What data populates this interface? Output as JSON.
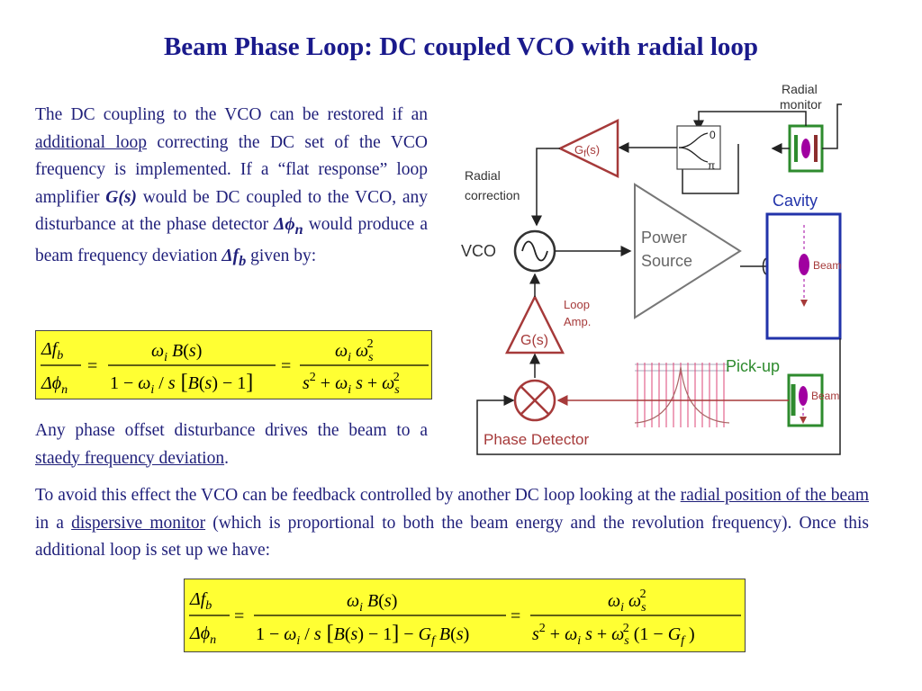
{
  "title": "Beam Phase Loop: DC coupled VCO with radial loop",
  "paragraph1": {
    "t1": "The DC coupling to the VCO can be restored  if an ",
    "link1": "additional loop",
    "t2": " correcting the DC set of the VCO frequency is implemented. If a “flat response” loop amplifier ",
    "gs": "G(s)",
    "t3": " would be DC coupled to the VCO, any disturbance at the phase detector ",
    "dphi_sym": "Δϕ",
    "dphi_sub": "n",
    "t4": " would produce a beam frequency deviation ",
    "dfb_sym": "Δf",
    "dfb_sub": "b",
    "t5": " given by:"
  },
  "paragraph2": {
    "t1": "Any phase offset disturbance drives the beam to a ",
    "link1": "staedy frequency deviation",
    "t2": "."
  },
  "paragraph3": {
    "t1": "To avoid this effect the VCO can be feedback controlled by another DC loop looking at the ",
    "link1": "radial position of the beam",
    "t2": " in a ",
    "link2": "dispersive monitor",
    "t3": " (which is proportional to both the beam energy and the revolution frequency). Once this additional loop is set up we have:"
  },
  "diagram": {
    "radial_monitor_line1": "Radial",
    "radial_monitor_line2": "monitor",
    "radial_correction_line1": "Radial",
    "radial_correction_line2": "correction",
    "gf_block": "G",
    "gf_sub": "f",
    "gf_arg": "(s)",
    "switch_zero": "0",
    "switch_pi": "π",
    "cavity": "Cavity",
    "vco": "VCO",
    "power_source_line1": "Power",
    "power_source_line2": "Source",
    "beam_label_top": "Beam",
    "loop_amp_line1": "Loop",
    "loop_amp_line2": "Amp.",
    "g_block": "G(s)",
    "pickup": "Pick-up",
    "beam_label_bottom": "Beam",
    "phase_detector": "Phase Detector"
  },
  "colors": {
    "title": "#1a1a8c",
    "text": "#1f1f7a",
    "equation_bg": "#ffff33",
    "block_red": "#a63a3a",
    "cavity_blue": "#2233aa",
    "pickup_green": "#2e8b2e",
    "beam_magenta": "#a000a0"
  }
}
